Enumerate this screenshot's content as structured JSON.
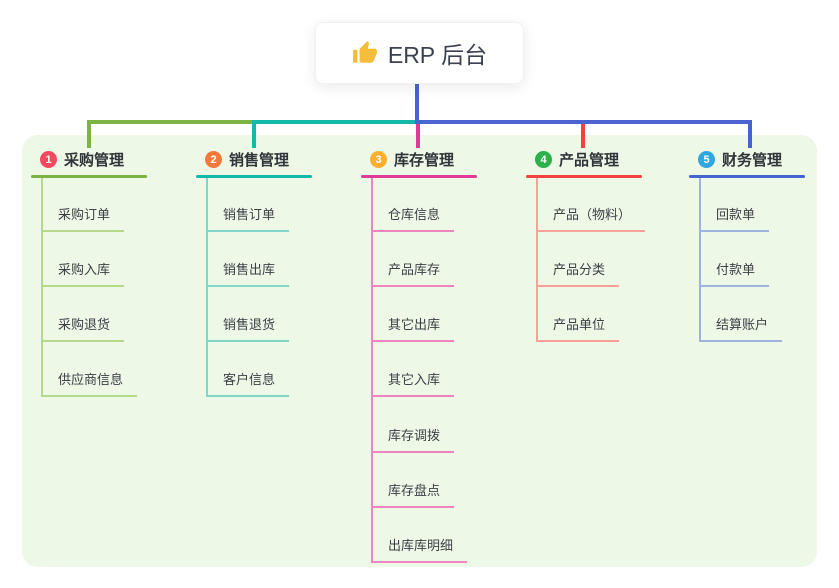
{
  "root": {
    "title": "ERP 后台",
    "icon": "thumbs-up-icon",
    "icon_color": "#f6bd3a"
  },
  "colors": {
    "canvas_bg": "#ffffff",
    "container_bg": "#edf8e7",
    "root_connector": "#4a63d0",
    "title_text": "#30353a",
    "item_text": "#3a3f45"
  },
  "branches": [
    {
      "index": "1",
      "slug": "purchase-management",
      "title": "采购管理",
      "badge_color": "#f5495f",
      "line_color": "#7cb342",
      "item_line_color": "#b4d98b",
      "items": [
        "采购订单",
        "采购入库",
        "采购退货",
        "供应商信息"
      ]
    },
    {
      "index": "2",
      "slug": "sales-management",
      "title": "销售管理",
      "badge_color": "#f2793b",
      "line_color": "#12b8aa",
      "item_line_color": "#82d6cb",
      "items": [
        "销售订单",
        "销售出库",
        "销售退货",
        "客户信息"
      ]
    },
    {
      "index": "3",
      "slug": "inventory-management",
      "title": "库存管理",
      "badge_color": "#ffaf2e",
      "line_color": "#e03a96",
      "item_line_color": "#ee85c1",
      "items": [
        "仓库信息",
        "产品库存",
        "其它出库",
        "其它入库",
        "库存调拨",
        "库存盘点",
        "出库库明细"
      ]
    },
    {
      "index": "4",
      "slug": "product-management",
      "title": "产品管理",
      "badge_color": "#2db14b",
      "line_color": "#f4403e",
      "item_line_color": "#f9a09a",
      "items": [
        "产品（物料）",
        "产品分类",
        "产品单位"
      ]
    },
    {
      "index": "5",
      "slug": "finance-management",
      "title": "财务管理",
      "badge_color": "#2fa7e0",
      "line_color": "#4264d2",
      "item_line_color": "#9fb3dd",
      "items": [
        "回款单",
        "付款单",
        "结算账户"
      ]
    }
  ]
}
